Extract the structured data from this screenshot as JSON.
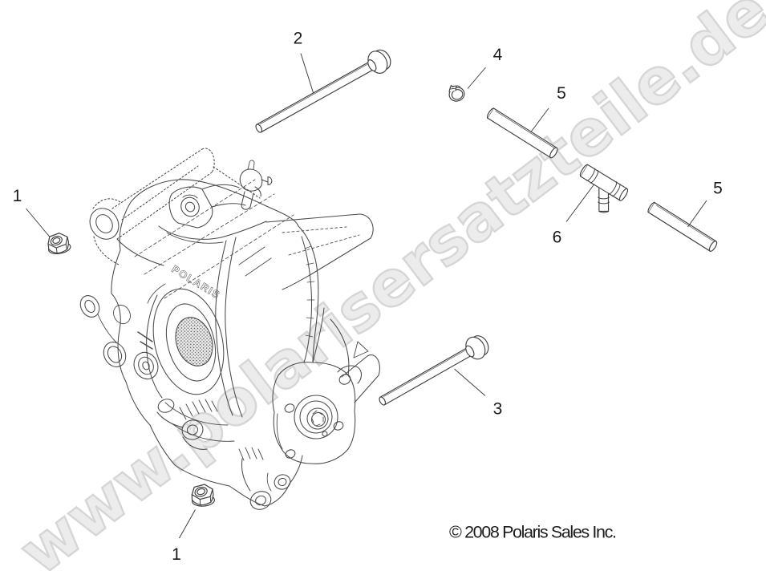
{
  "diagram": {
    "watermark_text": "www.polarisersatzteile.de",
    "copyright_text": "© 2008 Polaris Sales Inc.",
    "case_logo_text": "POLARIS",
    "callouts": [
      {
        "number": "1",
        "part": "flange-nut-left"
      },
      {
        "number": "1",
        "part": "flange-nut-bottom"
      },
      {
        "number": "2",
        "part": "flange-bolt-upper"
      },
      {
        "number": "3",
        "part": "flange-bolt-lower"
      },
      {
        "number": "4",
        "part": "hose-clamp"
      },
      {
        "number": "5",
        "part": "vent-tube-upper"
      },
      {
        "number": "5",
        "part": "vent-tube-lower"
      },
      {
        "number": "6",
        "part": "tee-fitting"
      }
    ],
    "colors": {
      "background": "#ffffff",
      "line": "#474747",
      "label": "#1a1a1a",
      "watermark_fill": "#ececec",
      "watermark_outline": "#d6d6d6"
    }
  }
}
